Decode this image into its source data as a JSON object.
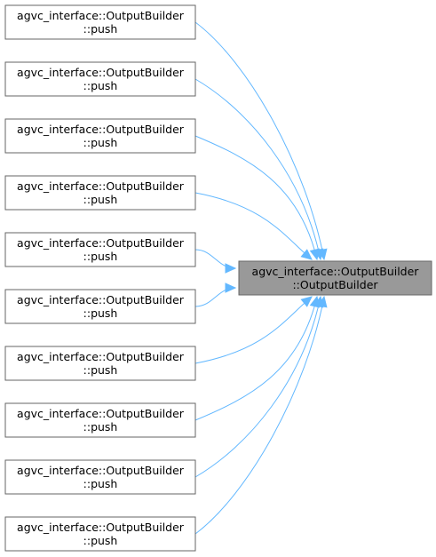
{
  "target": {
    "line1": "agvc_interface::OutputBuilder",
    "line2": "::OutputBuilder"
  },
  "callers": [
    {
      "line1": "agvc_interface::OutputBuilder",
      "line2": "::push"
    },
    {
      "line1": "agvc_interface::OutputBuilder",
      "line2": "::push"
    },
    {
      "line1": "agvc_interface::OutputBuilder",
      "line2": "::push"
    },
    {
      "line1": "agvc_interface::OutputBuilder",
      "line2": "::push"
    },
    {
      "line1": "agvc_interface::OutputBuilder",
      "line2": "::push"
    },
    {
      "line1": "agvc_interface::OutputBuilder",
      "line2": "::push"
    },
    {
      "line1": "agvc_interface::OutputBuilder",
      "line2": "::push"
    },
    {
      "line1": "agvc_interface::OutputBuilder",
      "line2": "::push"
    },
    {
      "line1": "agvc_interface::OutputBuilder",
      "line2": "::push"
    },
    {
      "line1": "agvc_interface::OutputBuilder",
      "line2": "::push"
    }
  ],
  "colors": {
    "target_fill": "#999999",
    "target_border": "#666666",
    "node_fill": "#ffffff",
    "node_border": "#666666",
    "edge": "#63b8ff"
  }
}
